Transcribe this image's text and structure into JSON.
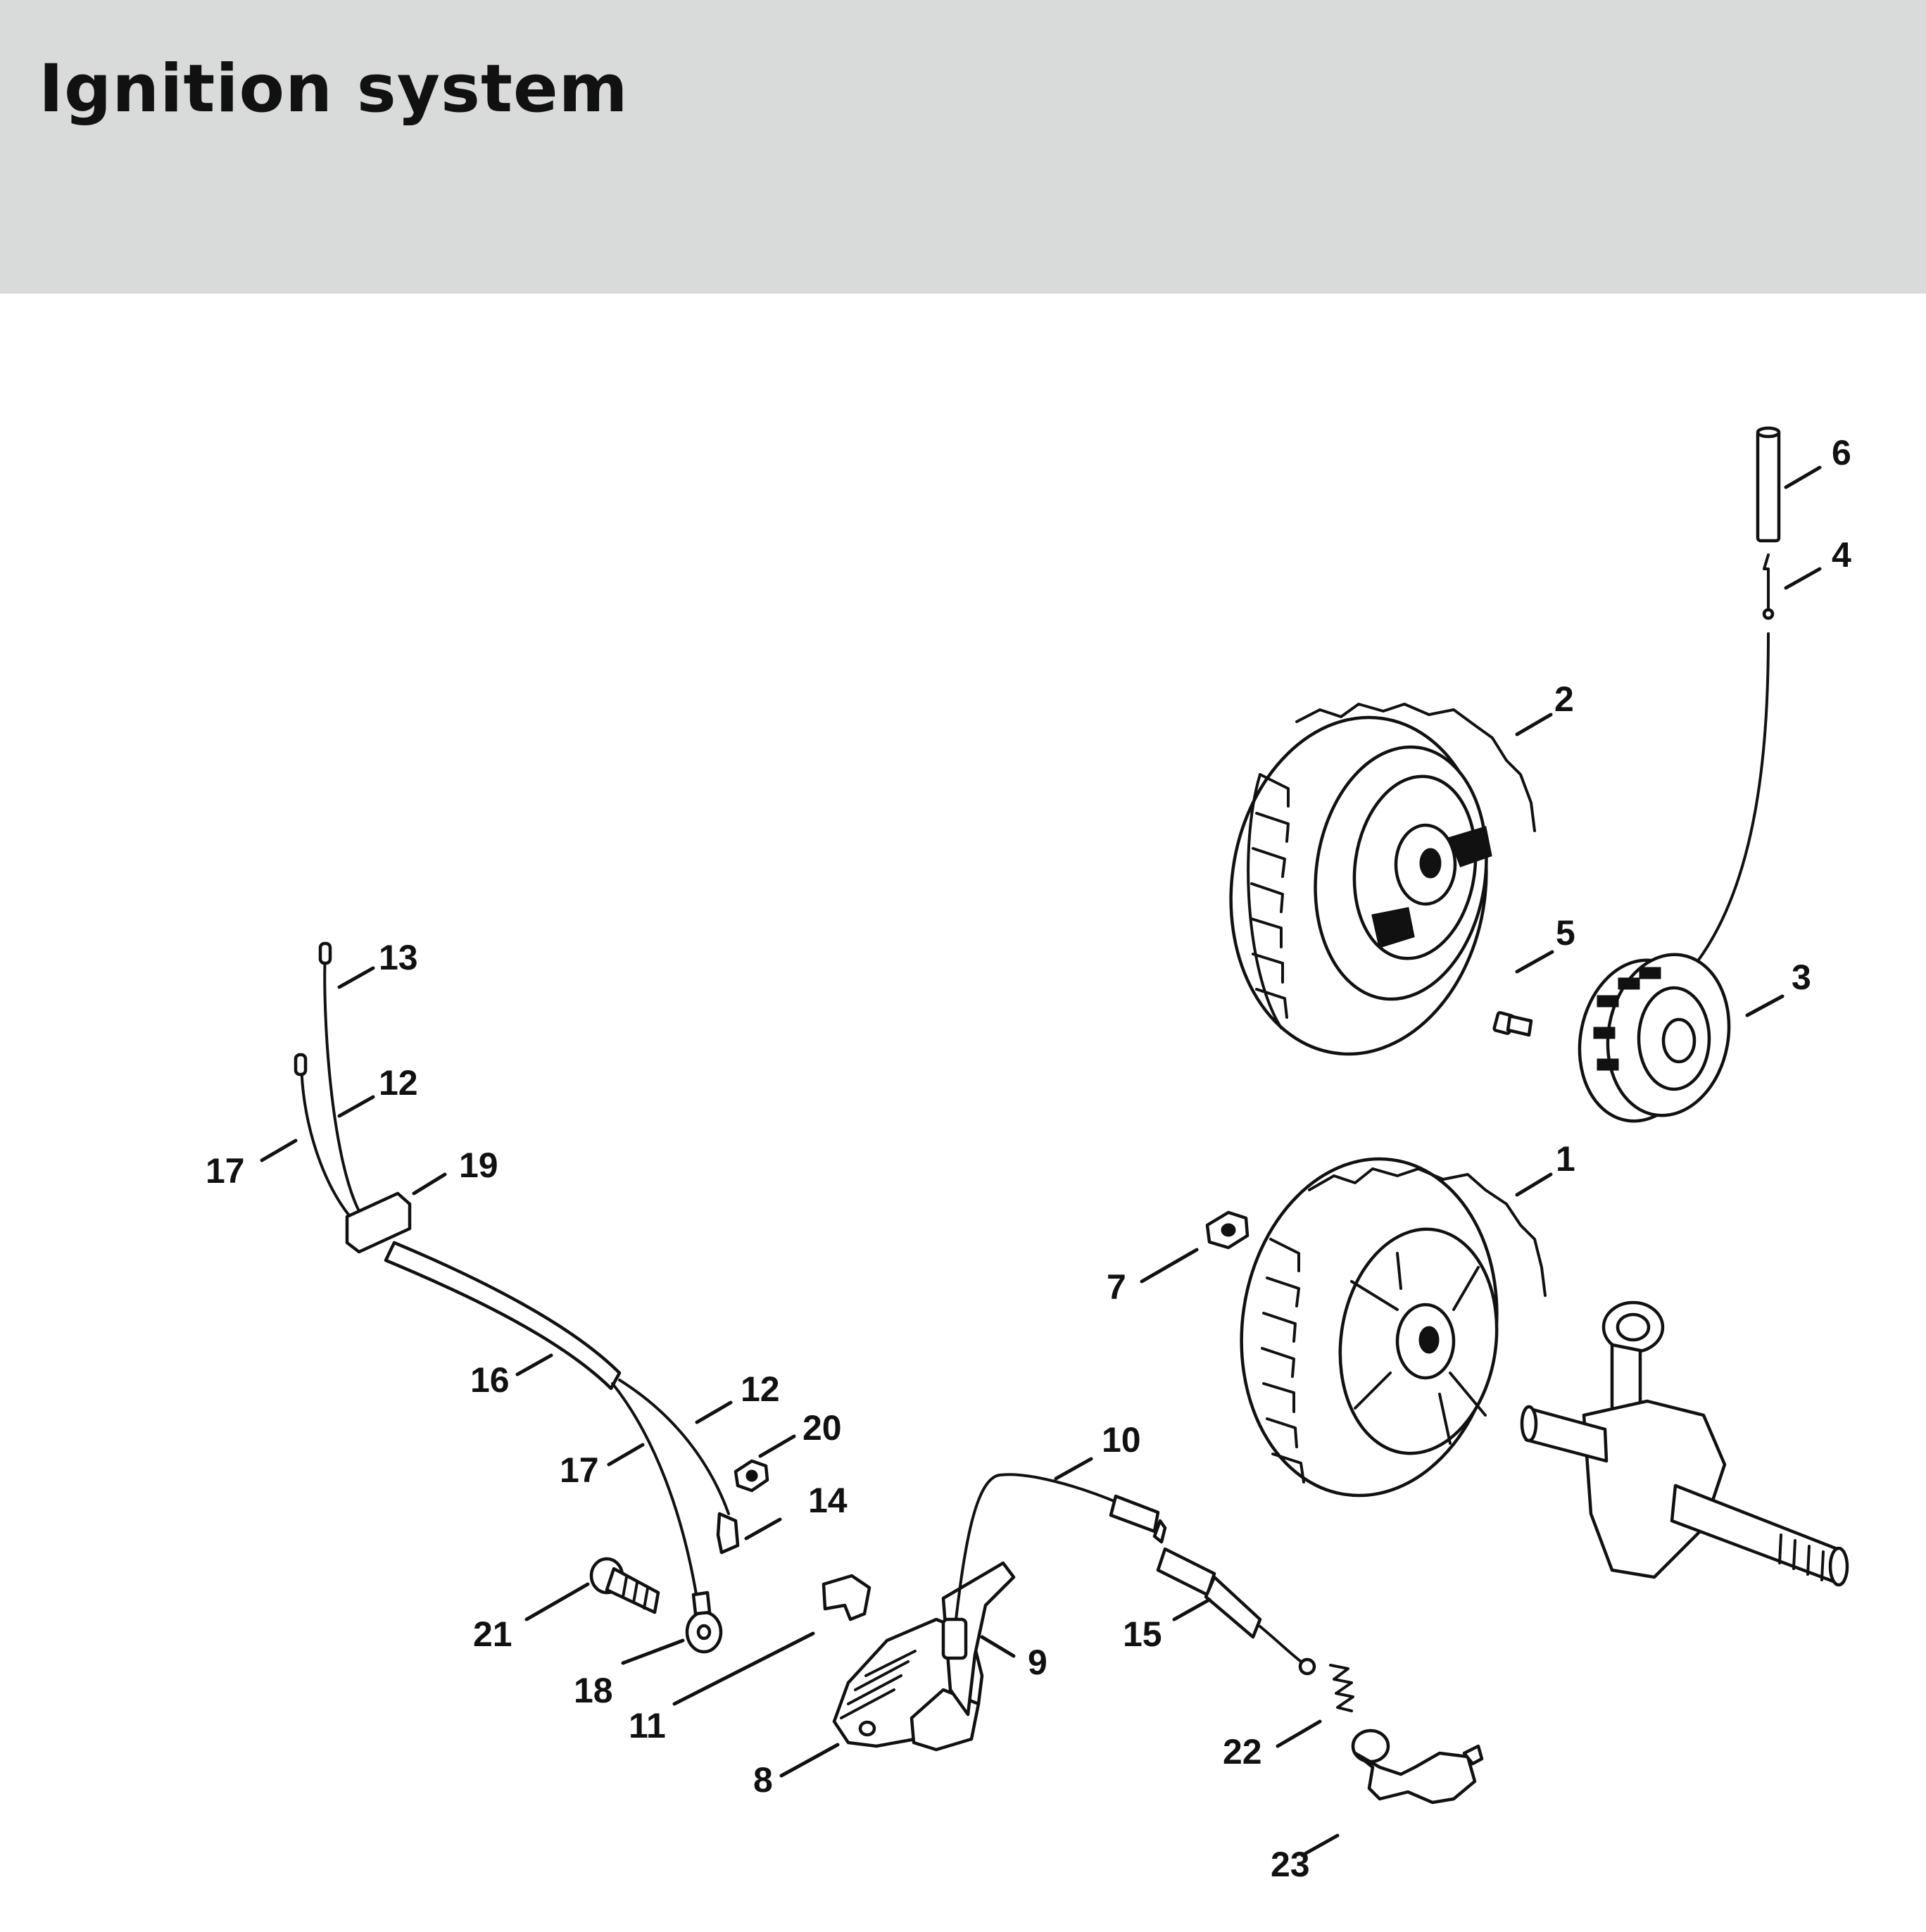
{
  "header": {
    "title": "Ignition system",
    "background": "#d9dbda"
  },
  "callouts": [
    {
      "id": "1",
      "label": "1"
    },
    {
      "id": "2",
      "label": "2"
    },
    {
      "id": "3",
      "label": "3"
    },
    {
      "id": "4",
      "label": "4"
    },
    {
      "id": "5",
      "label": "5"
    },
    {
      "id": "6",
      "label": "6"
    },
    {
      "id": "7",
      "label": "7"
    },
    {
      "id": "8",
      "label": "8"
    },
    {
      "id": "9",
      "label": "9"
    },
    {
      "id": "10",
      "label": "10"
    },
    {
      "id": "11",
      "label": "11"
    },
    {
      "id": "12a",
      "label": "12"
    },
    {
      "id": "12b",
      "label": "12"
    },
    {
      "id": "13",
      "label": "13"
    },
    {
      "id": "14",
      "label": "14"
    },
    {
      "id": "15",
      "label": "15"
    },
    {
      "id": "16",
      "label": "16"
    },
    {
      "id": "17a",
      "label": "17"
    },
    {
      "id": "17b",
      "label": "17"
    },
    {
      "id": "18",
      "label": "18"
    },
    {
      "id": "19",
      "label": "19"
    },
    {
      "id": "20",
      "label": "20"
    },
    {
      "id": "21",
      "label": "21"
    },
    {
      "id": "22",
      "label": "22"
    },
    {
      "id": "23",
      "label": "23"
    }
  ]
}
